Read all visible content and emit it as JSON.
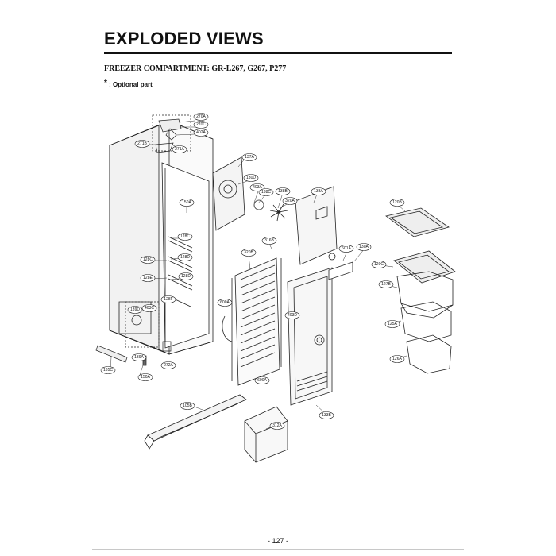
{
  "page": {
    "title": "EXPLODED VIEWS",
    "section": "FREEZER COMPARTMENT: GR-L267, G267, P277",
    "note_marker": "*",
    "note_text": ": Optional part",
    "page_number": "- 127 -"
  },
  "callouts": [
    "270A",
    "270C",
    "402A",
    "271B",
    "271A",
    "137A",
    "130D",
    "403A",
    "138C",
    "138B",
    "320A",
    "133A",
    "150A",
    "128C",
    "128C",
    "128D",
    "128E",
    "128D",
    "128F",
    "139D",
    "403C",
    "135C",
    "139A",
    "150A",
    "272A",
    "316B",
    "320B",
    "600A",
    "403D",
    "600A",
    "601A",
    "130A",
    "120B",
    "120C",
    "127B",
    "125A",
    "126A",
    "105B",
    "133B",
    "312A"
  ]
}
